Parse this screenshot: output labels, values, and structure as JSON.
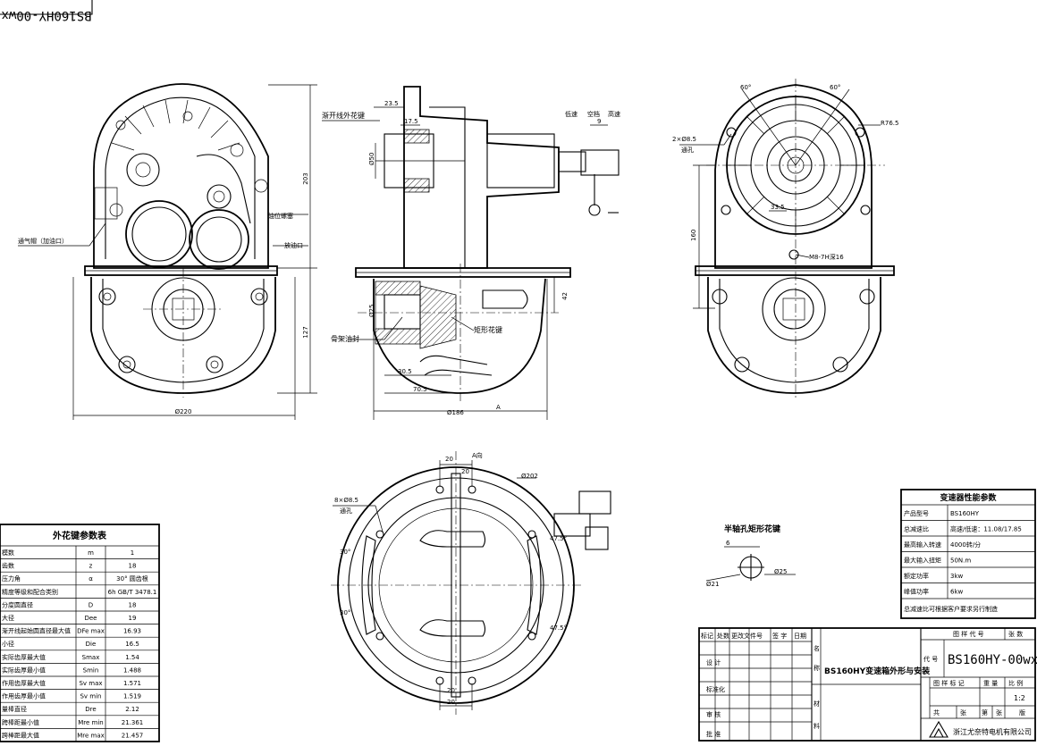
{
  "drawing_code_flipped": "BS160HY-00wx",
  "view1": {
    "label_vent": "通气帽（加油口）",
    "label_drain": "放油口",
    "label_oil_plug": "油位螺塞",
    "dim_height_top": "203",
    "dim_height_bottom": "127",
    "dim_width": "Ø220"
  },
  "view2": {
    "label_spline": "渐开线外花键",
    "label_low": "低速",
    "label_neutral": "空档",
    "label_high": "高速",
    "label_oil_seal": "骨架油封",
    "label_rect_spline": "矩形花键",
    "dim_23_5": "23.5",
    "dim_17_5": "17.5",
    "dim_9": "9",
    "dim_d50": "Ø50",
    "dim_d25": "Ø25",
    "dim_42": "42",
    "dim_30_5": "30.5",
    "dim_70_5": "70.5",
    "dim_d186": "Ø186",
    "label_A": "A"
  },
  "view3": {
    "angle_left": "60°",
    "angle_right": "60°",
    "dim_r76_5": "R76.5",
    "dim_holes": "2×Ø8.5",
    "label_through": "通孔",
    "dim_160": "160",
    "dim_m8": "M8-7H深16",
    "dim_33_5": "33.5"
  },
  "view4": {
    "label_dir_a": "A向",
    "dim_20_top1": "20",
    "dim_20_top2": "20",
    "dim_d202": "Ø202",
    "dim_holes": "8×Ø8.5",
    "label_through": "通孔",
    "angle_30_a": "30°",
    "angle_30_b": "30°",
    "angle_47_5_a": "47.5°",
    "angle_47_5_b": "47.5°",
    "dim_20_bottom1": "20",
    "dim_20_bottom2": "20"
  },
  "spline_detail": {
    "title": "半轴孔矩形花键",
    "dim_6": "6",
    "dim_21": "Ø21",
    "dim_25": "Ø25"
  },
  "spline_table": {
    "title": "外花键参数表",
    "rows": [
      [
        "模数",
        "m",
        "1"
      ],
      [
        "齿数",
        "z",
        "18"
      ],
      [
        "压力角",
        "α",
        "30° 圆齿根"
      ],
      [
        "精度等级和配合类别",
        "",
        "6h GB/T 3478.1"
      ],
      [
        "分度圆直径",
        "D",
        "18"
      ],
      [
        "大径",
        "Dee",
        "19"
      ],
      [
        "渐开线起始圆直径最大值",
        "DFe max",
        "16.93"
      ],
      [
        "小径",
        "Die",
        "16.5"
      ],
      [
        "实际齿厚最大值",
        "Smax",
        "1.54"
      ],
      [
        "实际齿厚最小值",
        "Smin",
        "1.488"
      ],
      [
        "作用齿厚最大值",
        "Sv max",
        "1.571"
      ],
      [
        "作用齿厚最小值",
        "Sv min",
        "1.519"
      ],
      [
        "量棒直径",
        "Dre",
        "2.12"
      ],
      [
        "跨棒距最小值",
        "Mre min",
        "21.361"
      ],
      [
        "跨棒距最大值",
        "Mre max",
        "21.457"
      ]
    ]
  },
  "perf_table": {
    "title": "变速器性能参数",
    "rows": [
      [
        "产品型号",
        "BS160HY"
      ],
      [
        "总减速比",
        "高速/低速：11.08/17.85"
      ],
      [
        "最高输入转速",
        "4000转/分"
      ],
      [
        "最大输入扭矩",
        "50N.m"
      ],
      [
        "额定功率",
        "3kw"
      ],
      [
        "峰值功率",
        "6kw"
      ]
    ],
    "note": "总减速比可根据客户要求另行制造"
  },
  "title_block": {
    "header_cells": [
      "标记",
      "处数",
      "更改文件号",
      "签 字",
      "日期"
    ],
    "left_labels": [
      "设 计",
      "标准化",
      "审 核",
      "批 准"
    ],
    "drawing_name": "BS160HY变速箱外形与安装",
    "code_label": "代 号",
    "drawing_code": "BS160HY-00wx",
    "hdr_code": "图 样 代 号",
    "hdr_sheet": "张 数",
    "stage_labels": [
      "图 样 标 记",
      "重 量",
      "比 例"
    ],
    "scale": "1:2",
    "sheet_row": [
      "共",
      "张",
      "第",
      "张",
      "版"
    ],
    "company": "浙江尤奈特电机有限公司",
    "side_labels": [
      "名",
      "称",
      "材",
      "料"
    ]
  },
  "colors": {
    "ink": "#000000",
    "paper": "#ffffff"
  }
}
